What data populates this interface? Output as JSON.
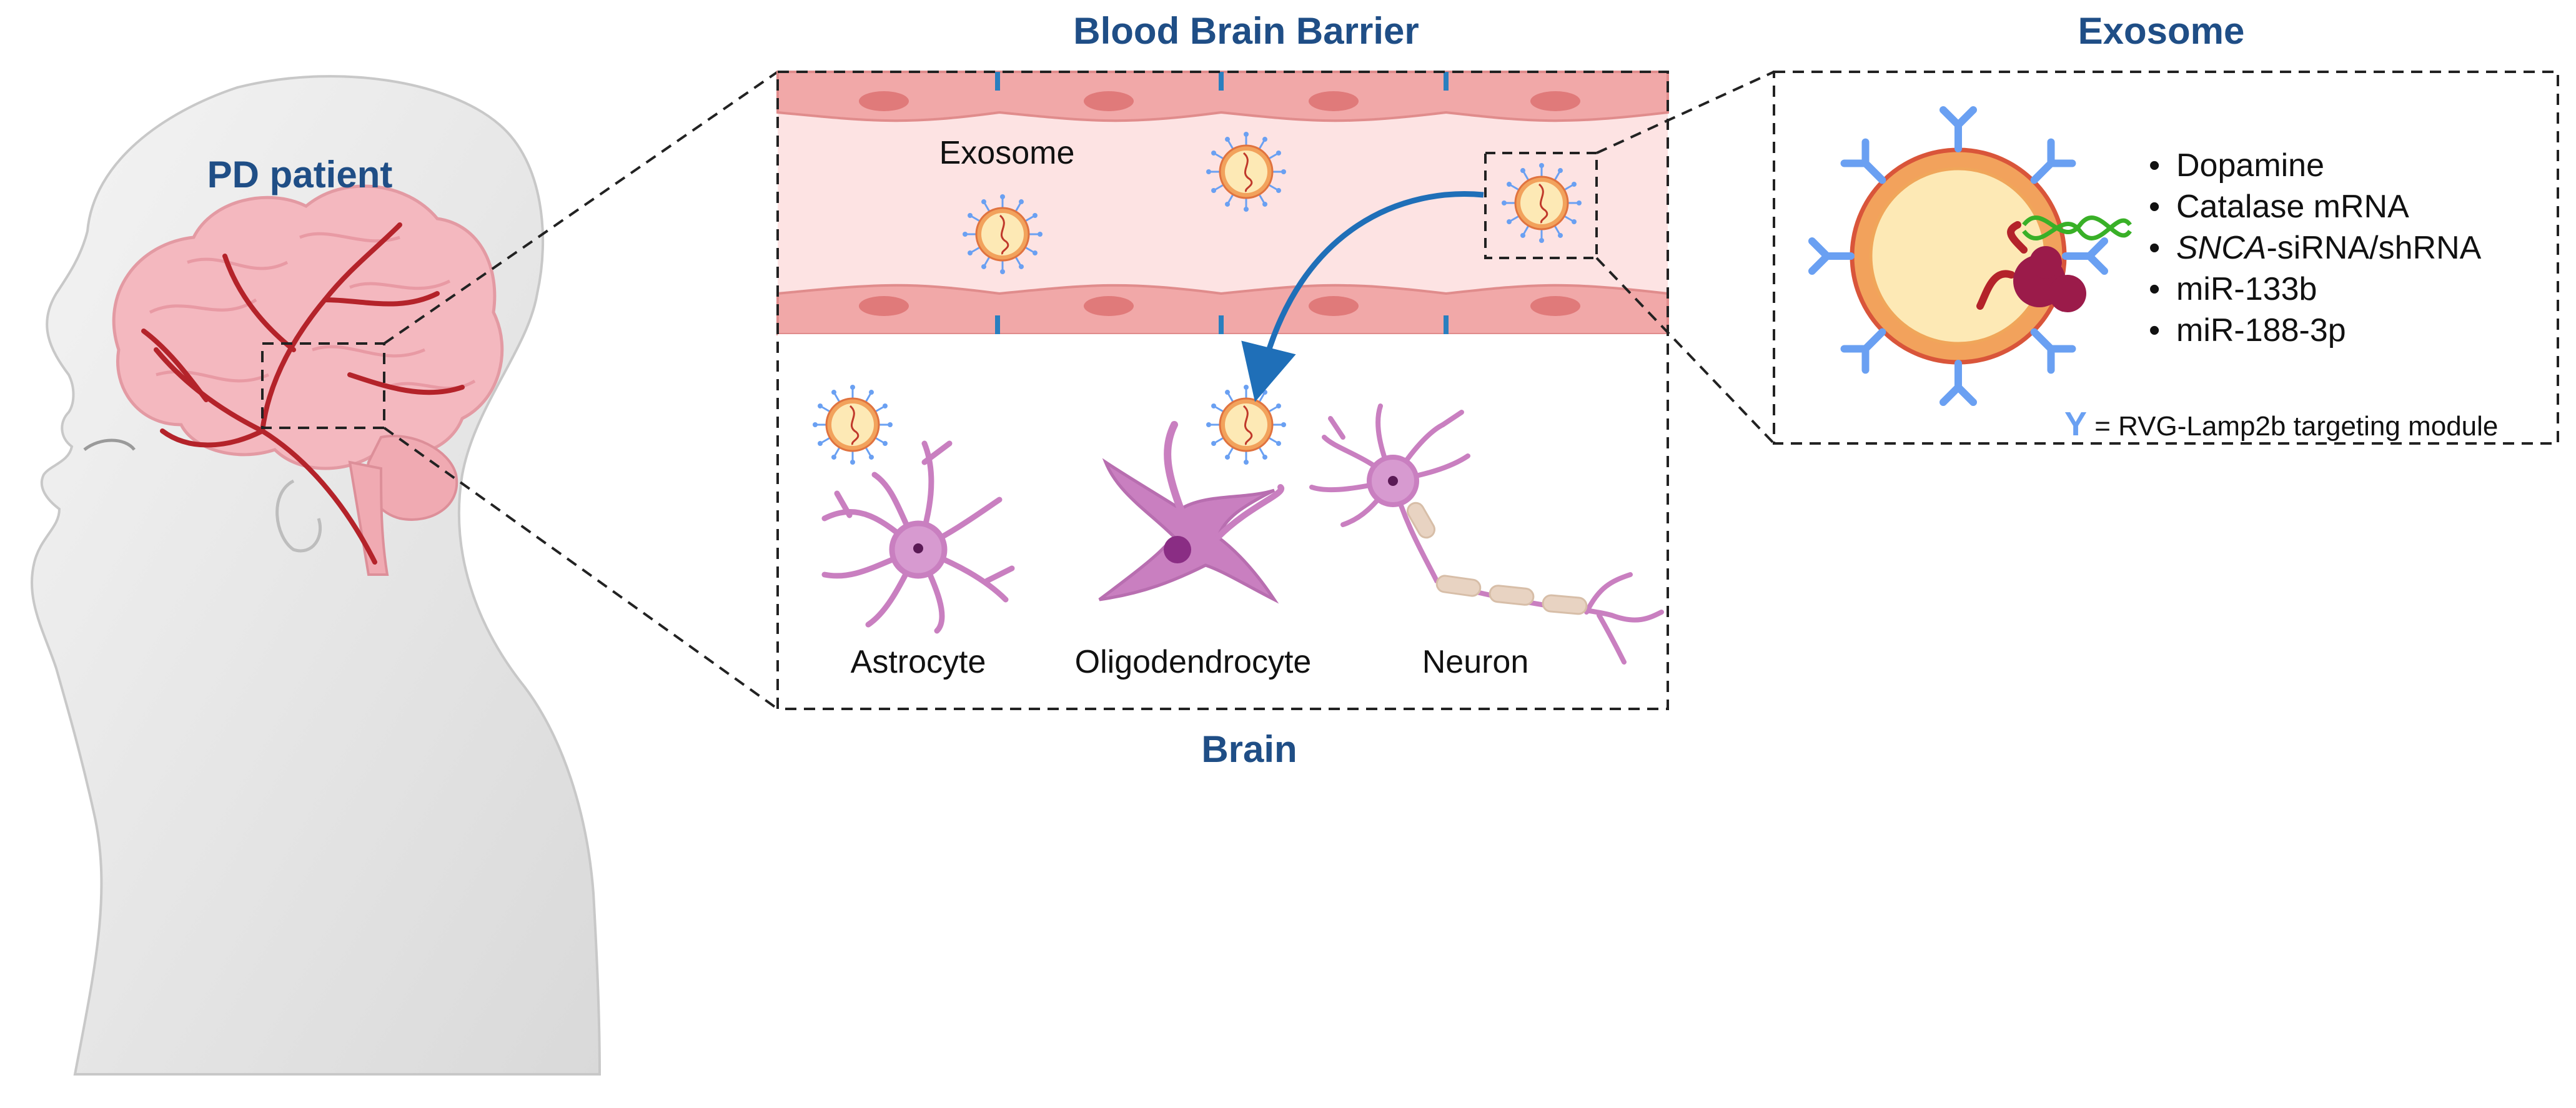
{
  "titles": {
    "patient": "PD patient",
    "bbb": "Blood Brain Barrier",
    "brain": "Brain",
    "exosome": "Exosome"
  },
  "labels": {
    "exosome_in_vessel": "Exosome",
    "astrocyte": "Astrocyte",
    "oligodendrocyte": "Oligodendrocyte",
    "neuron": "Neuron"
  },
  "cargo": {
    "bullet": "•",
    "items": [
      {
        "main": "Dopamine",
        "italic_prefix": "",
        "suffix": ""
      },
      {
        "main": "Catalase mRNA",
        "italic_prefix": "",
        "suffix": ""
      },
      {
        "main": "",
        "italic_prefix": "SNCA",
        "suffix": "-siRNA/shRNA"
      },
      {
        "main": "miR-133b",
        "italic_prefix": "",
        "suffix": ""
      },
      {
        "main": "miR-188-3p",
        "italic_prefix": "",
        "suffix": ""
      }
    ]
  },
  "legend": {
    "symbol": "Y",
    "text": "= RVG-Lamp2b targeting module"
  },
  "colors": {
    "title_blue": "#1f4e86",
    "vessel_fill": "#fde3e3",
    "endothelial": "#f1a8a8",
    "nucleus": "#e07a7a",
    "junction": "#2a7fbf",
    "glia": "#c97fc0",
    "exosome_outer": "#f2a25c",
    "exosome_inner": "#fde9b5",
    "receptor": "#6aa0f2",
    "arrow": "#1f6fb8",
    "brain_pink": "#f4b8bf",
    "vessel_red": "#b4232a"
  }
}
